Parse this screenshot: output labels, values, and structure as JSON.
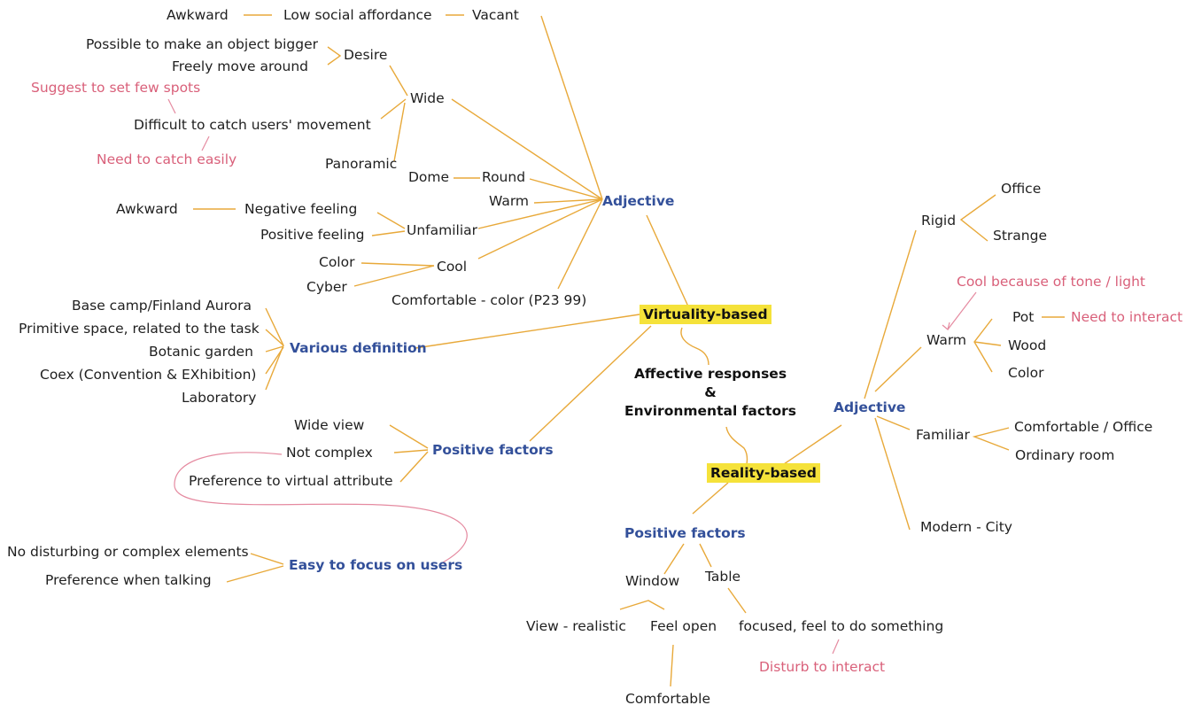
{
  "center": {
    "line1": "Affective responses",
    "line2": "&",
    "line3": "Environmental factors"
  },
  "virtuality": {
    "label": "Virtuality-based",
    "adjective": {
      "label": "Adjective",
      "vacant": "Vacant",
      "low_social": "Low social affordance",
      "awkward_top": "Awkward",
      "wide": "Wide",
      "desire": "Desire",
      "bigger": "Possible to make an object bigger",
      "move": "Freely move around",
      "difficult": "Difficult to catch users' movement",
      "suggest": "Suggest to set few spots",
      "catch_easily": "Need to catch easily",
      "panoramic": "Panoramic",
      "round": "Round",
      "dome": "Dome",
      "warm": "Warm",
      "unfamiliar": "Unfamiliar",
      "negative": "Negative feeling",
      "awkward_mid": "Awkward",
      "positive": "Positive feeling",
      "cool": "Cool",
      "color": "Color",
      "cyber": "Cyber",
      "comfortable": "Comfortable - color (P23 99)"
    },
    "various": {
      "label": "Various definition",
      "items": [
        "Base camp/Finland Aurora",
        "Primitive space, related to the task",
        "Botanic garden",
        "Coex (Convention & EXhibition)",
        "Laboratory"
      ]
    },
    "positive": {
      "label": "Positive factors",
      "items": [
        "Wide view",
        "Not complex",
        "Preference to virtual attribute"
      ]
    },
    "focus": {
      "label": "Easy to focus on users",
      "items": [
        "No disturbing or complex elements",
        "Preference when talking"
      ]
    }
  },
  "reality": {
    "label": "Reality-based",
    "adjective": {
      "label": "Adjective",
      "rigid": "Rigid",
      "office": "Office",
      "strange": "Strange",
      "warm": "Warm",
      "cool_note": "Cool because of tone / light",
      "pot": "Pot",
      "interact_note": "Need to interact",
      "wood": "Wood",
      "color": "Color",
      "familiar": "Familiar",
      "comf_office": "Comfortable / Office",
      "ordinary": "Ordinary room",
      "modern": "Modern - City"
    },
    "positive": {
      "label": "Positive factors",
      "window": "Window",
      "table": "Table",
      "view": "View - realistic",
      "open": "Feel open",
      "comfortable": "Comfortable",
      "focused": "focused, feel to do something",
      "disturb": "Disturb to interact"
    }
  },
  "colors": {
    "line": "#e8a93a",
    "category": "#33509a",
    "note": "#d9607a",
    "highlight": "#f5e23a"
  }
}
